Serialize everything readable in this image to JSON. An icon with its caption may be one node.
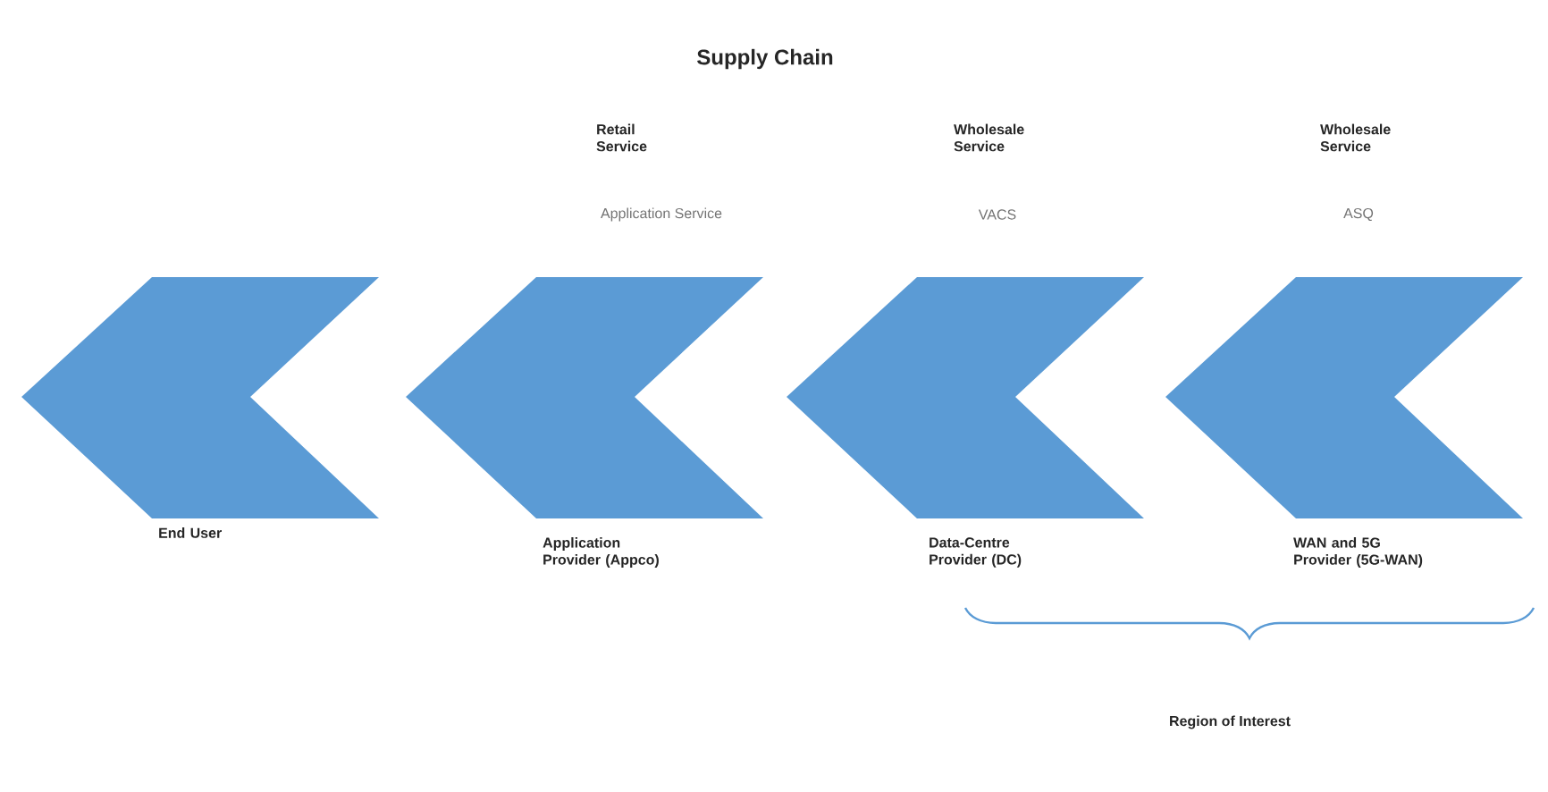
{
  "diagram": {
    "title": "Supply Chain",
    "nodes": [
      {
        "text": [],
        "shape": "chevron",
        "beside": [
          "End User"
        ]
      },
      {
        "text": [],
        "shape": "chevron",
        "beside": [
          "Application Provider (Appco)"
        ]
      },
      {
        "text": [],
        "shape": "chevron",
        "beside": [
          "Data-Centre Provider (DC)"
        ]
      },
      {
        "text": [],
        "shape": "chevron",
        "beside": [
          "WAN and 5G Provider (5G-WAN)"
        ]
      }
    ],
    "labels": [
      "Retail Service",
      "Wholesale Service",
      "Wholesale Service",
      "Application Service",
      "VACS",
      "ASQ",
      "Region of Interest"
    ]
  }
}
